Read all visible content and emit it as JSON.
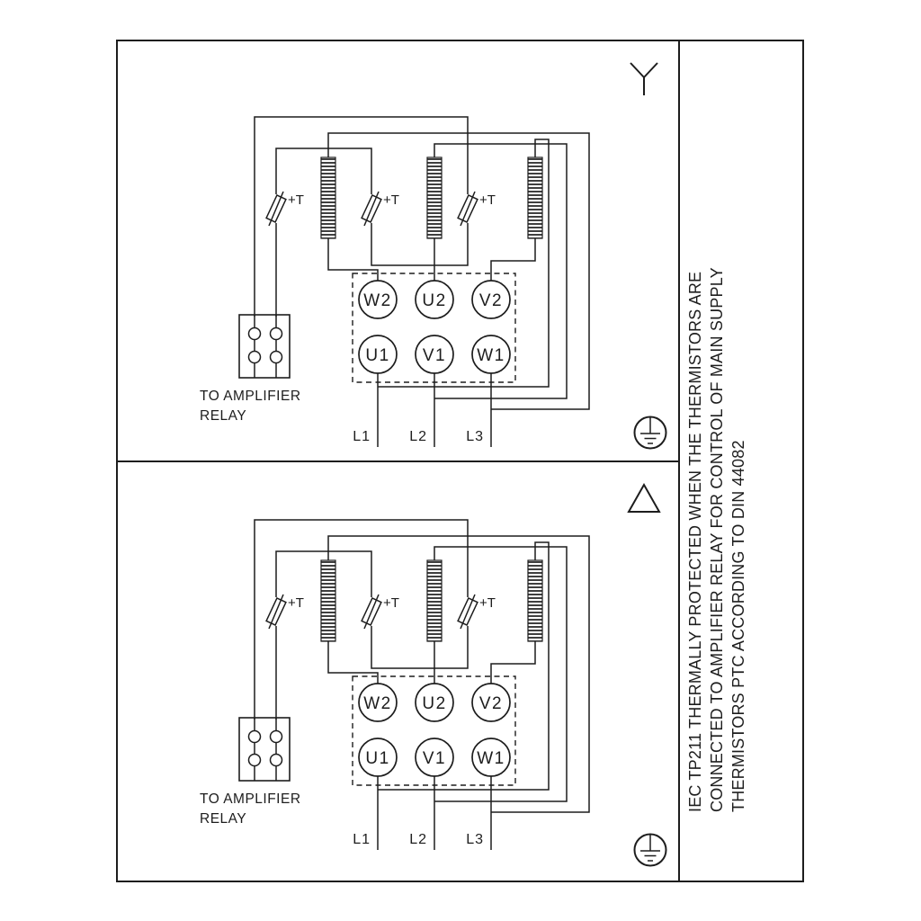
{
  "drawing": {
    "stroke_color": "#1d1d1d",
    "background": "#ffffff"
  },
  "side_note": {
    "lines": [
      "IEC TP211 THERMALLY PROTECTED WHEN THE THERMISTORS ARE",
      "CONNECTED TO AMPLIFIER RELAY FOR CONTROL OF MAIN SUPPLY",
      "THERMISTORS PTC ACCORDING TO DIN 44082"
    ]
  },
  "star_section": {
    "connection_type": "star",
    "terminals_top": [
      "W2",
      "U2",
      "V2"
    ],
    "terminals_bottom": [
      "U1",
      "V1",
      "W1"
    ],
    "thermistor_label": "+T",
    "relay_caption": [
      "TO AMPLIFIER",
      "RELAY"
    ],
    "supply_labels": [
      "L1",
      "L2",
      "L3"
    ]
  },
  "delta_section": {
    "connection_type": "delta",
    "terminals_top": [
      "W2",
      "U2",
      "V2"
    ],
    "terminals_bottom": [
      "U1",
      "V1",
      "W1"
    ],
    "thermistor_label": "+T",
    "relay_caption": [
      "TO AMPLIFIER",
      "RELAY"
    ],
    "supply_labels": [
      "L1",
      "L2",
      "L3"
    ]
  }
}
